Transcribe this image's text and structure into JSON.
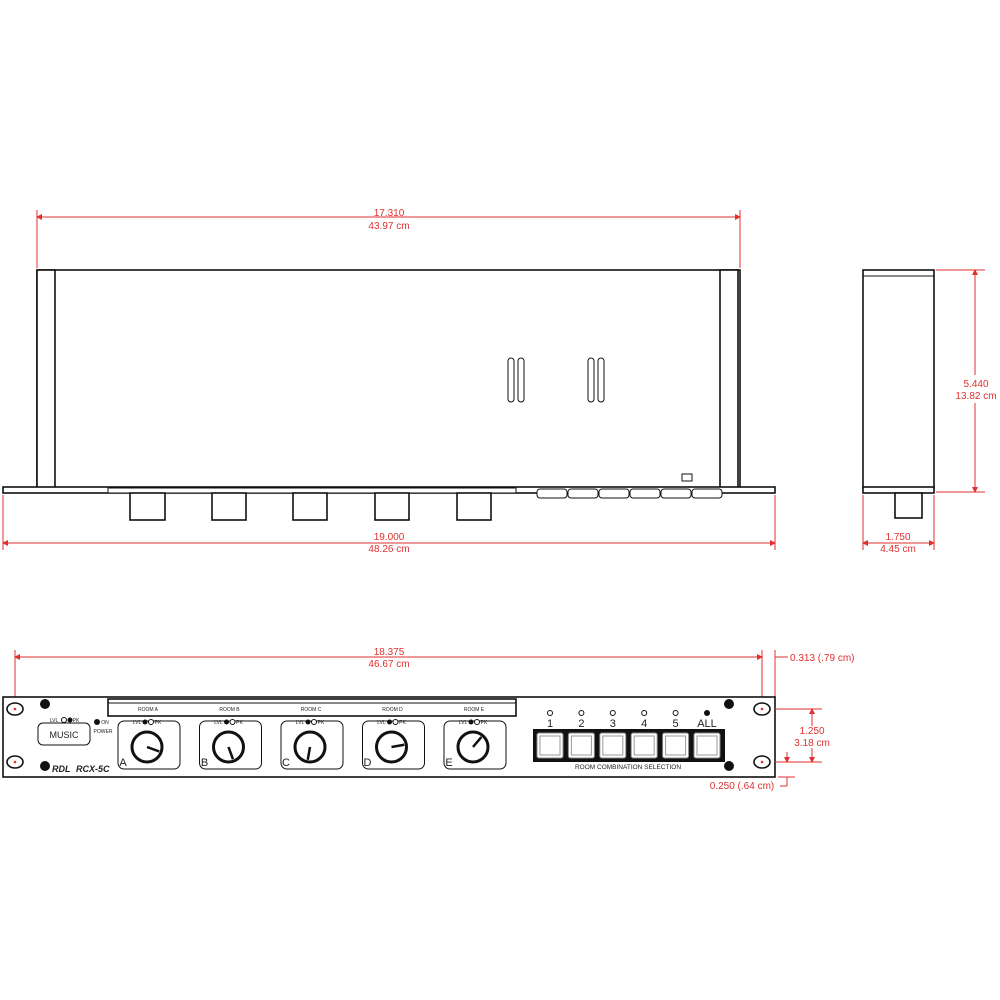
{
  "colors": {
    "dimension": "#e03030",
    "outline": "#111111"
  },
  "top_view": {
    "width_in": "17.310",
    "width_cm": "43.97 cm",
    "overall_in": "19.000",
    "overall_cm": "48.26 cm"
  },
  "side_view": {
    "height_in": "5.440",
    "height_cm": "13.82 cm",
    "depth_in": "1.750",
    "depth_cm": "4.45 cm"
  },
  "front_view": {
    "hole_span_in": "18.375",
    "hole_span_cm": "46.67 cm",
    "hole_offset": "0.313 (.79 cm)",
    "hole_spacing_in": "1.250",
    "hole_spacing_cm": "3.18 cm",
    "hole_bottom": "0.250 (.64 cm)",
    "music_label": "MUSIC",
    "lvl_label": "LVL",
    "pk_label": "PK",
    "on_label": "ON",
    "power_label": "POWER",
    "brand": "RDL",
    "model": "RCX-5C",
    "rooms": [
      {
        "title": "ROOM A",
        "letter": "A"
      },
      {
        "title": "ROOM B",
        "letter": "B"
      },
      {
        "title": "ROOM C",
        "letter": "C"
      },
      {
        "title": "ROOM D",
        "letter": "D"
      },
      {
        "title": "ROOM E",
        "letter": "E"
      }
    ],
    "buttons": [
      "1",
      "2",
      "3",
      "4",
      "5",
      "ALL"
    ],
    "selection_label": "ROOM COMBINATION SELECTION"
  }
}
